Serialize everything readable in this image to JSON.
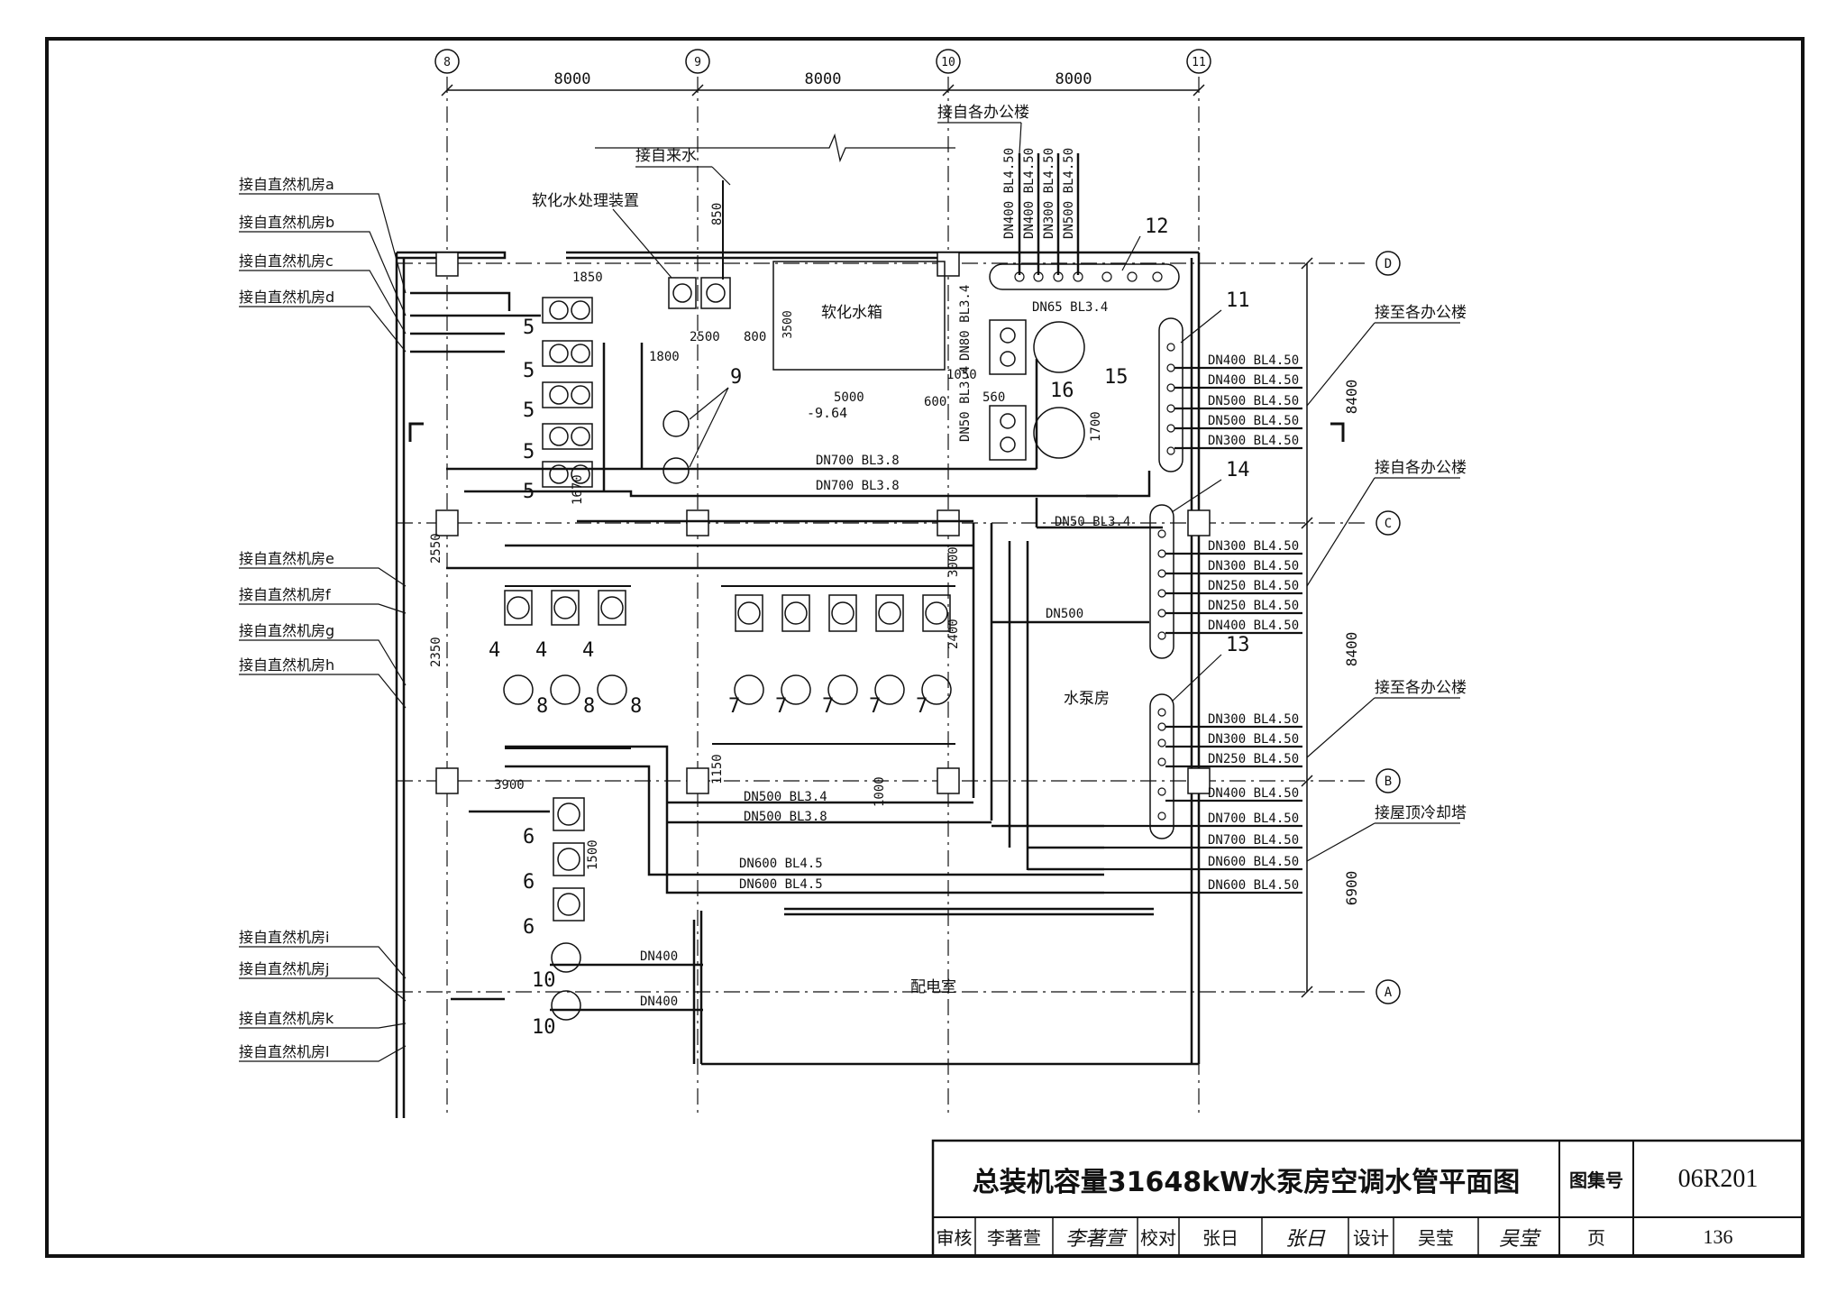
{
  "grid": {
    "columns": [
      "8",
      "9",
      "10",
      "11"
    ],
    "rows": [
      "D",
      "C",
      "B",
      "A"
    ],
    "top_dimensions": [
      "8000",
      "8000",
      "8000"
    ],
    "right_dimensions": [
      "8400",
      "8400",
      "6900"
    ]
  },
  "rooms": {
    "softened_tank": "软化水箱",
    "softener_device": "软化水处理装置",
    "pump_room": "水泵房",
    "distribution_room": "配电室",
    "city_water": "接自来水",
    "level": "-9.64"
  },
  "left_connections": {
    "group1": [
      "接自直然机房a",
      "接自直然机房b",
      "接自直然机房c",
      "接自直然机房d"
    ],
    "group2": [
      "接自直然机房e",
      "接自直然机房f",
      "接自直然机房g",
      "接自直然机房h"
    ],
    "group3": [
      "接自直然机房i",
      "接自直然机房j",
      "接自直然机房k",
      "接自直然机房l"
    ]
  },
  "right_connections": {
    "from_offices_top": "接自各办公楼",
    "to_offices_1": "接至各办公楼",
    "from_offices_2": "接自各办公楼",
    "to_offices_2": "接至各办公楼",
    "to_cooling_tower": "接屋顶冷却塔"
  },
  "top_risers": [
    "DN400 BL4.50",
    "DN400 BL4.50",
    "DN300 BL4.50",
    "DN500 BL4.50"
  ],
  "header_11_pipes": [
    "DN400 BL4.50",
    "DN400 BL4.50",
    "DN500 BL4.50",
    "DN500 BL4.50",
    "DN300 BL4.50"
  ],
  "header_14_pipes": [
    "DN300 BL4.50",
    "DN300 BL4.50",
    "DN250 BL4.50",
    "DN250 BL4.50",
    "DN400 BL4.50"
  ],
  "header_13_pipes": [
    "DN300 BL4.50",
    "DN300 BL4.50",
    "DN250 BL4.50"
  ],
  "cooling_pipes": [
    "DN400 BL4.50",
    "DN700 BL4.50",
    "DN700 BL4.50",
    "DN600 BL4.50",
    "DN600 BL4.50"
  ],
  "equipment_numbers": [
    "4",
    "5",
    "6",
    "7",
    "8",
    "9",
    "10",
    "11",
    "12",
    "13",
    "14",
    "15",
    "16"
  ],
  "pipe_labels": {
    "lr2_main": "DN700 BL3.8",
    "lr1_main": "DN700 BL3.8",
    "dn50": "DN50 BL3.4",
    "dn65": "DN65 BL3.4",
    "dn80": "DN80 BL3.4",
    "dn50b": "DN50 BL3.4",
    "dn500_lr2": "DN500",
    "dn500_lr1": "DN500 BL3.4",
    "dn500_lr2b": "DN500 BL3.8",
    "dn600_lq1": "DN600 BL4.5",
    "dn600_lq2": "DN600 BL4.5",
    "dn400a": "DN400",
    "dn400b": "DN400"
  },
  "dims": {
    "d1850": "1850",
    "d2500": "2500",
    "d800": "800",
    "d1800": "1800",
    "d3500": "3500",
    "d5000": "5000",
    "d1050": "1050",
    "d600": "600",
    "d560": "560",
    "d1700": "1700",
    "d2550": "2550",
    "d2350": "2350",
    "d3900": "3900",
    "d1150": "1150",
    "d2400": "2400",
    "d3000": "3000",
    "d1670": "1670",
    "d850": "850",
    "d1500": "1500",
    "d1000": "1000"
  },
  "title_block": {
    "title": "总装机容量31648kW水泵房空调水管平面图",
    "atlas_label": "图集号",
    "atlas_no": "06R201",
    "review_label": "审核",
    "reviewer": "李著萱",
    "reviewer_sig": "李著萱",
    "check_label": "校对",
    "checker": "张日",
    "checker_sig": "张日",
    "design_label": "设计",
    "designer": "吴莹",
    "designer_sig": "吴莹",
    "page_label": "页",
    "page_no": "136"
  }
}
